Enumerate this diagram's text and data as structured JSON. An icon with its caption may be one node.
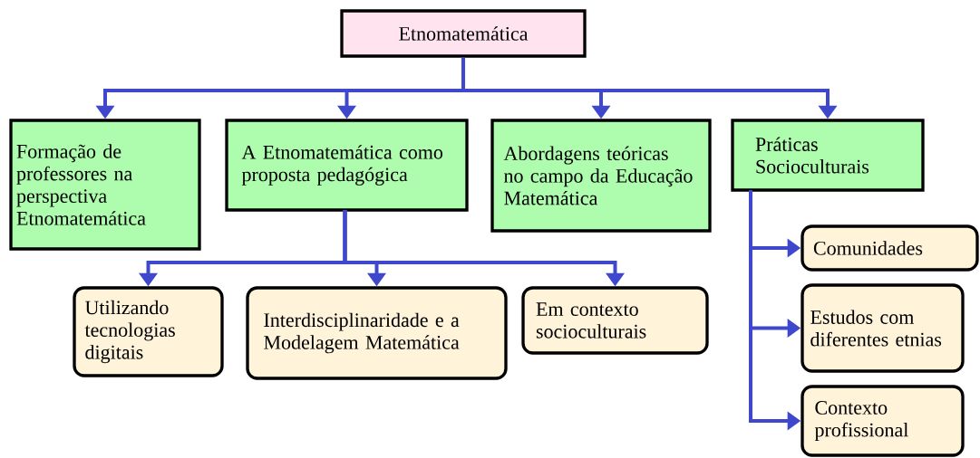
{
  "diagram": {
    "nodes": [
      {
        "text": [
          "Etnomatemática"
        ]
      },
      {
        "text": [
          "Formação de professores na perspectiva Etnomatemática"
        ]
      },
      {
        "text": [
          "A Etnomatemática como proposta pedagógica"
        ]
      },
      {
        "text": [
          "Abordagens teóricas no campo da Educação Matemática"
        ]
      },
      {
        "text": [
          "Práticas Socioculturais"
        ]
      },
      {
        "text": [
          "Utilizando tecnologias digitais"
        ]
      },
      {
        "text": [
          "Interdisciplinaridade e a Modelagem Matemática"
        ]
      },
      {
        "text": [
          "Em contexto socioculturais"
        ]
      },
      {
        "text": [
          "Comunidades"
        ]
      },
      {
        "text": [
          "Estudos com diferentes etnias"
        ]
      },
      {
        "text": [
          "Contexto profissional"
        ]
      }
    ],
    "edges": [
      {
        "from": 0,
        "to": 1,
        "arrow": "to"
      },
      {
        "from": 0,
        "to": 2,
        "arrow": "to"
      },
      {
        "from": 0,
        "to": 3,
        "arrow": "to"
      },
      {
        "from": 0,
        "to": 4,
        "arrow": "to"
      },
      {
        "from": 2,
        "to": 5,
        "arrow": "to"
      },
      {
        "from": 2,
        "to": 6,
        "arrow": "to"
      },
      {
        "from": 2,
        "to": 7,
        "arrow": "to"
      },
      {
        "from": 4,
        "to": 8,
        "arrow": "to"
      },
      {
        "from": 4,
        "to": 9,
        "arrow": "to"
      },
      {
        "from": 4,
        "to": 10,
        "arrow": "to"
      }
    ]
  }
}
